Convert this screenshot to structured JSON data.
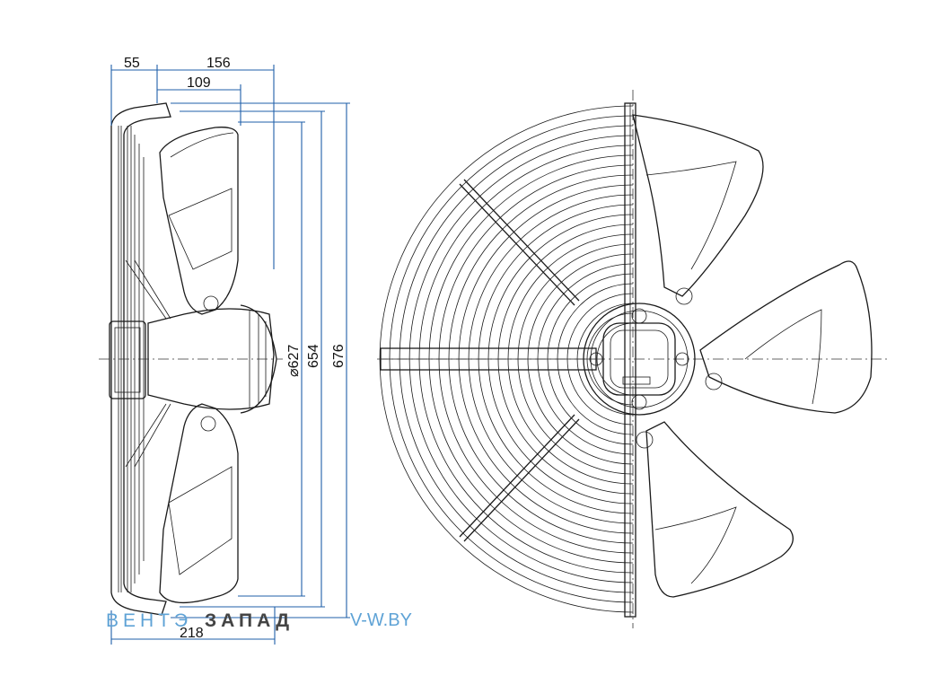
{
  "dimensions": {
    "d55": "55",
    "d156": "156",
    "d109": "109",
    "d627": "⌀627",
    "d654": "654",
    "d676": "676",
    "d218": "218"
  },
  "watermark": {
    "part1": "ВЕНТЭ",
    "part2": "ЗАПАД",
    "part3": "V-W.BY"
  },
  "colors": {
    "dimension": "#1f5fa8",
    "watermark_blue": "#5fa3d6",
    "watermark_dark": "#444444"
  },
  "icons": {
    "motor_label": "motor-nameplate-icon"
  }
}
